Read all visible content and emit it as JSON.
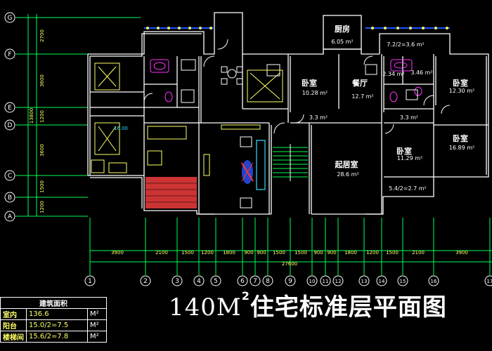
{
  "title": {
    "prefix": "140M",
    "sup": "2",
    "rest": "住宅标准层平面图"
  },
  "area_table": {
    "header": "建筑面积",
    "rows": [
      {
        "key": "室内",
        "value": "136.6",
        "unit": "M²"
      },
      {
        "key": "阳台",
        "value": "15.0/2=7.5",
        "unit": "M²"
      },
      {
        "key": "楼梯间",
        "value": "15.6/2=7.8",
        "unit": "M²"
      }
    ]
  },
  "row_axes": [
    "G",
    "F",
    "E",
    "D",
    "C",
    "B",
    "A"
  ],
  "row_dims": [
    "2700",
    "3600",
    "1200",
    "3600",
    "1500",
    "1200"
  ],
  "row_dim_total": "13800",
  "col_axes": [
    "1",
    "2",
    "3",
    "4",
    "5",
    "6",
    "7",
    "8",
    "9",
    "10",
    "11",
    "12",
    "13",
    "14",
    "15",
    "16",
    "17"
  ],
  "col_dims": [
    "3900",
    "2100",
    "1500",
    "1200",
    "1800",
    "900",
    "900",
    "1500",
    "1500",
    "900",
    "900",
    "1800",
    "1200",
    "1500",
    "2100",
    "3900"
  ],
  "col_dim_total": "27600",
  "rooms": {
    "kitchen_top": {
      "name": "厨房",
      "area": "6.05 m²"
    },
    "balcony_right": "7.2/2=3.6 m²",
    "bed_a": {
      "name": "卧室",
      "area": "10.28 m²"
    },
    "dining": {
      "name": "餐厅",
      "area": "12.7 m²"
    },
    "bath_small": "2.34 m²",
    "bath_small2": "3.46 m²",
    "bed_b": {
      "name": "卧室",
      "area": "12.30 m²"
    },
    "hall_left": "3.3 m²",
    "hall_right": "3.3 m²",
    "living": {
      "name": "起居室",
      "area": "28.6 m²"
    },
    "bed_c": {
      "name": "卧室",
      "area": "11.29 m²"
    },
    "bed_d": {
      "name": "卧室",
      "area": "16.89 m²"
    },
    "balcony_small": "5.4/2=2.7 m²",
    "tag_left": "16.00"
  },
  "colors": {
    "background": "#000000",
    "wall": "#ffffff",
    "axis_green": "#00ff55",
    "fixture_magenta": "#ff33ff",
    "fixture_yellow": "#ffff66",
    "cyan": "#33ddff",
    "brick": "#cc3333",
    "rail_blue": "#2255ff"
  }
}
